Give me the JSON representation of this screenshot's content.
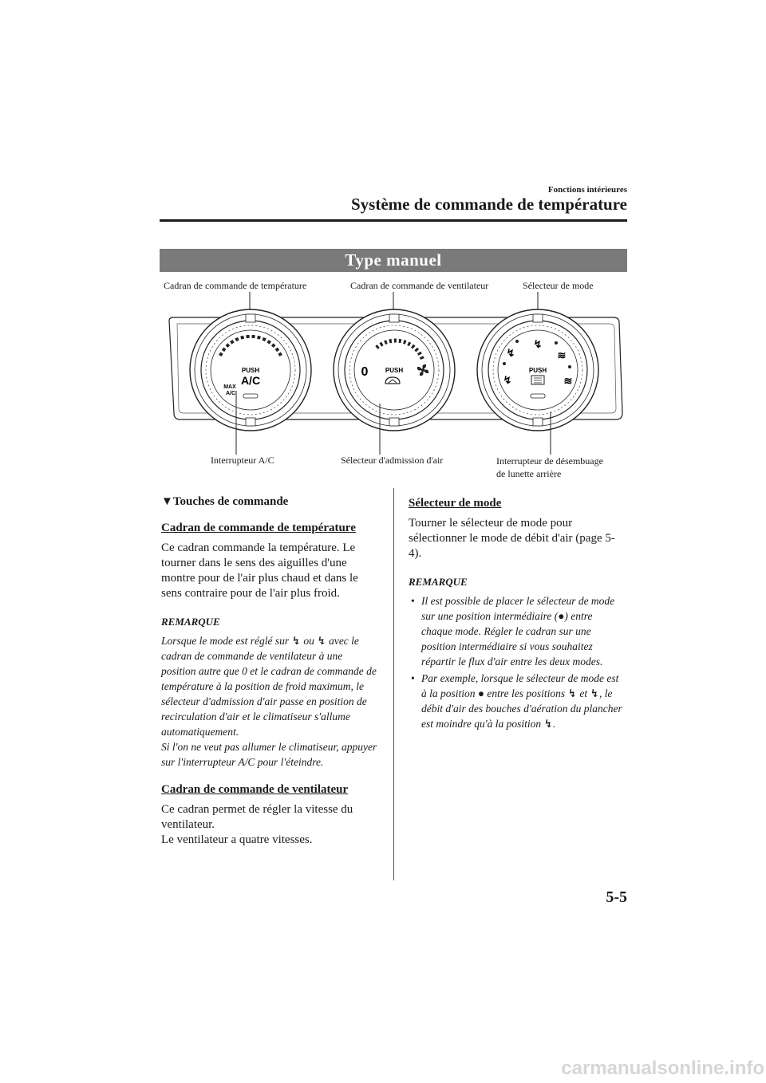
{
  "header": {
    "section_small": "Fonctions intérieures",
    "section_title": "Système de commande de température"
  },
  "banner": "Type manuel",
  "diagram": {
    "callouts_top": [
      "Cadran de commande de température",
      "Cadran de commande de ventilateur",
      "Sélecteur de mode"
    ],
    "callouts_bottom": [
      "Interrupteur A/C",
      "Sélecteur d'admission d'air",
      "Interrupteur de désembuage",
      "de lunette arrière"
    ],
    "knob_labels": {
      "push": "PUSH",
      "ac": "A/C",
      "max": "MAX",
      "max_ac": "A/C",
      "fan_zero": "0"
    }
  },
  "left_column": {
    "heading": "Touches de commande",
    "temp_heading": "Cadran de commande de température",
    "temp_text": "Ce cadran commande la température. Le tourner dans le sens des aiguilles d'une montre pour de l'air plus chaud et dans le sens contraire pour de l'air plus froid.",
    "remark_title": "REMARQUE",
    "remark_1a": "Lorsque le mode est réglé sur",
    "remark_1b": "ou",
    "remark_1c": "avec le cadran de commande de ventilateur à une position autre que 0 et le cadran de commande de température à la position de froid maximum, le sélecteur d'admission d'air passe en position de recirculation d'air et le climatiseur s'allume automatiquement.",
    "remark_2": "Si l'on ne veut pas allumer le climatiseur, appuyer sur l'interrupteur A/C pour l'éteindre.",
    "fan_heading": "Cadran de commande de ventilateur",
    "fan_text_1": "Ce cadran permet de régler la vitesse du ventilateur.",
    "fan_text_2": "Le ventilateur a quatre vitesses."
  },
  "right_column": {
    "mode_heading": "Sélecteur de mode",
    "mode_text": "Tourner le sélecteur de mode pour sélectionner le mode de débit d'air (page 5-4).",
    "remark_title": "REMARQUE",
    "bullet_char": "•",
    "bullet_1a": "Il est possible de placer le sélecteur de mode sur une position intermédiaire (",
    "bullet_1b": ") entre chaque mode. Régler le cadran sur une position intermédiaire si vous souhaitez répartir le flux d'air entre les deux modes.",
    "bullet_2a": "Par exemple, lorsque le sélecteur de mode est à la position",
    "bullet_2b": "entre les positions",
    "bullet_2c": "et",
    "bullet_2d": ", le débit d'air des bouches d'aération du plancher est moindre qu'à la position",
    "bullet_2e": "."
  },
  "page_number": "5-5",
  "watermark": "carmanualsonline.info"
}
